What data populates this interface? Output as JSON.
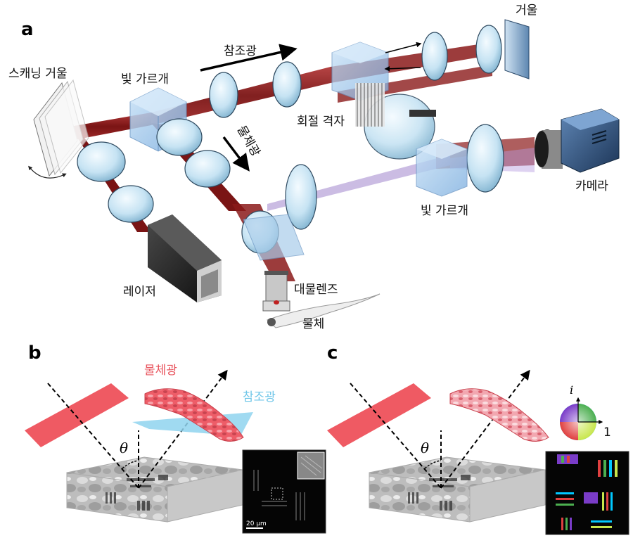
{
  "panels": {
    "a": "a",
    "b": "b",
    "c": "c"
  },
  "labels_a": {
    "scanning_mirror": "스캐닝 거울",
    "beam_splitter_1": "빛 가르개",
    "reference_light": "참조광",
    "object_light": "물체광",
    "grating": "회절 격자",
    "mirror": "거울",
    "camera": "카메라",
    "beam_splitter_2": "빛 가르개",
    "laser": "레이저",
    "objective": "대물렌즈",
    "object": "물체"
  },
  "labels_b": {
    "object_light": "물체광",
    "reference_light": "참조광",
    "theta": "θ",
    "scale_bar": "20 μm"
  },
  "labels_c": {
    "theta": "θ",
    "imag_unit": "i",
    "one": "1"
  },
  "colors": {
    "beam": "#8b1a1a",
    "object_sheet": "#ef5a63",
    "reference_sheet": "#8fd3ef",
    "lens": "#bfe0f2",
    "cube": "#9fc9ee"
  }
}
